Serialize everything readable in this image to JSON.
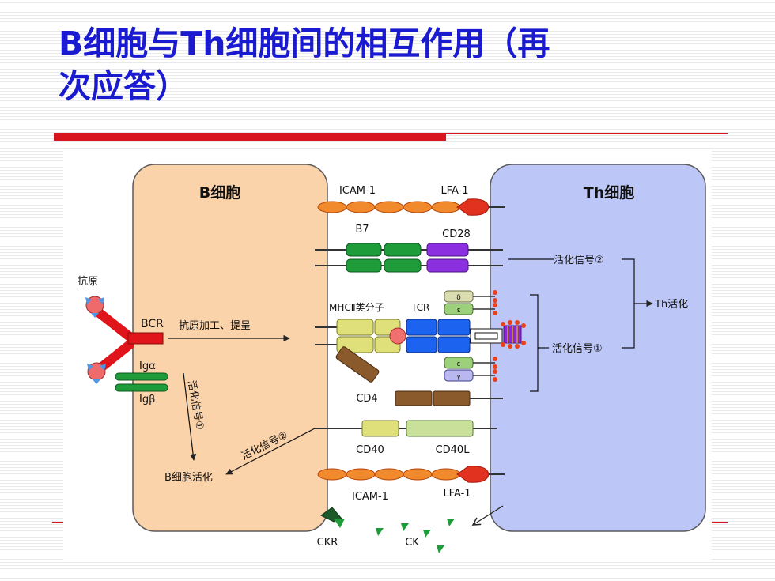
{
  "slide": {
    "title_line1": "B细胞与Th细胞间的相互作用（再",
    "title_line2": "次应答）"
  },
  "colors": {
    "title": "#1a1ad0",
    "accent_rule": "#d8141c",
    "b_cell_fill": "#fbd3aa",
    "th_cell_fill": "#bcc7f7"
  },
  "diagram": {
    "b_cell_label": "B细胞",
    "th_cell_label": "Th细胞",
    "antigen_label": "抗原",
    "bcr_label": "BCR",
    "iga_label": "Igα",
    "igb_label": "Igβ",
    "processing_label": "抗原加工、提呈",
    "signal1_vertical_label": "活化信号①",
    "signal2_b_label": "活化信号②",
    "b_activation_label": "B细胞活化",
    "icam1_top_label": "ICAM-1",
    "lfa1_top_label": "LFA-1",
    "b7_label": "B7",
    "cd28_label": "CD28",
    "mhc_label": "MHCⅡ类分子",
    "tcr_label": "TCR",
    "cd4_label": "CD4",
    "cd40_label": "CD40",
    "cd40l_label": "CD40L",
    "icam1_bottom_label": "ICAM-1",
    "lfa1_bottom_label": "LFA-1",
    "ckr_label": "CKR",
    "ck_label": "CK",
    "signal2_th_label": "活化信号②",
    "signal1_th_label": "活化信号①",
    "th_activation_label": "Th活化",
    "cd3_chain_labels": [
      "δ",
      "ε",
      "ε",
      "γ"
    ]
  }
}
